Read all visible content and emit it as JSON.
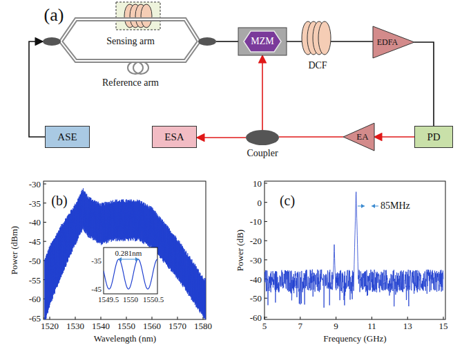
{
  "diagram": {
    "nodes": [
      {
        "text": [
          "Sensing arm",
          "Reference arm"
        ]
      },
      {
        "text": [
          "ASE"
        ]
      },
      {
        "text": [
          "MZM"
        ]
      },
      {
        "text": [
          "EDFA"
        ]
      },
      {
        "text": [
          "PD"
        ]
      },
      {
        "text": [
          "EA"
        ]
      },
      {
        "text": [
          "Coupler"
        ]
      },
      {
        "text": [
          "ESA"
        ]
      }
    ],
    "edges": [
      {
        "from": 1,
        "to": 0,
        "arrow": "to"
      },
      {
        "from": 0,
        "to": 2,
        "arrow": "none"
      },
      {
        "from": 2,
        "to": 3,
        "arrow": "none"
      },
      {
        "from": 3,
        "to": 4,
        "arrow": "none"
      },
      {
        "from": 4,
        "to": 5,
        "arrow": "to"
      },
      {
        "from": 5,
        "to": 6,
        "arrow": "none"
      },
      {
        "from": 6,
        "to": 7,
        "arrow": "to"
      },
      {
        "from": 6,
        "to": 2,
        "arrow": "to"
      }
    ],
    "labels": [
      "(a)",
      "DCF",
      "(b)",
      "(c)",
      "-30",
      "-35",
      "-40",
      "-45",
      "-50",
      "-55",
      "-60",
      "-65",
      "1520",
      "1530",
      "1540",
      "1550",
      "1560",
      "1570",
      "1580",
      "Power (dBm)",
      "Wavelength (nm)",
      "0.281nm",
      "-35",
      "-45",
      "1549.5",
      "1550",
      "1550.5",
      "10",
      "0",
      "-10",
      "-20",
      "-30",
      "-40",
      "-50",
      "-60",
      "5",
      "7",
      "9",
      "11",
      "13",
      "15",
      "Power (dB)",
      "Frequency (GHz)",
      "85MHz"
    ]
  }
}
